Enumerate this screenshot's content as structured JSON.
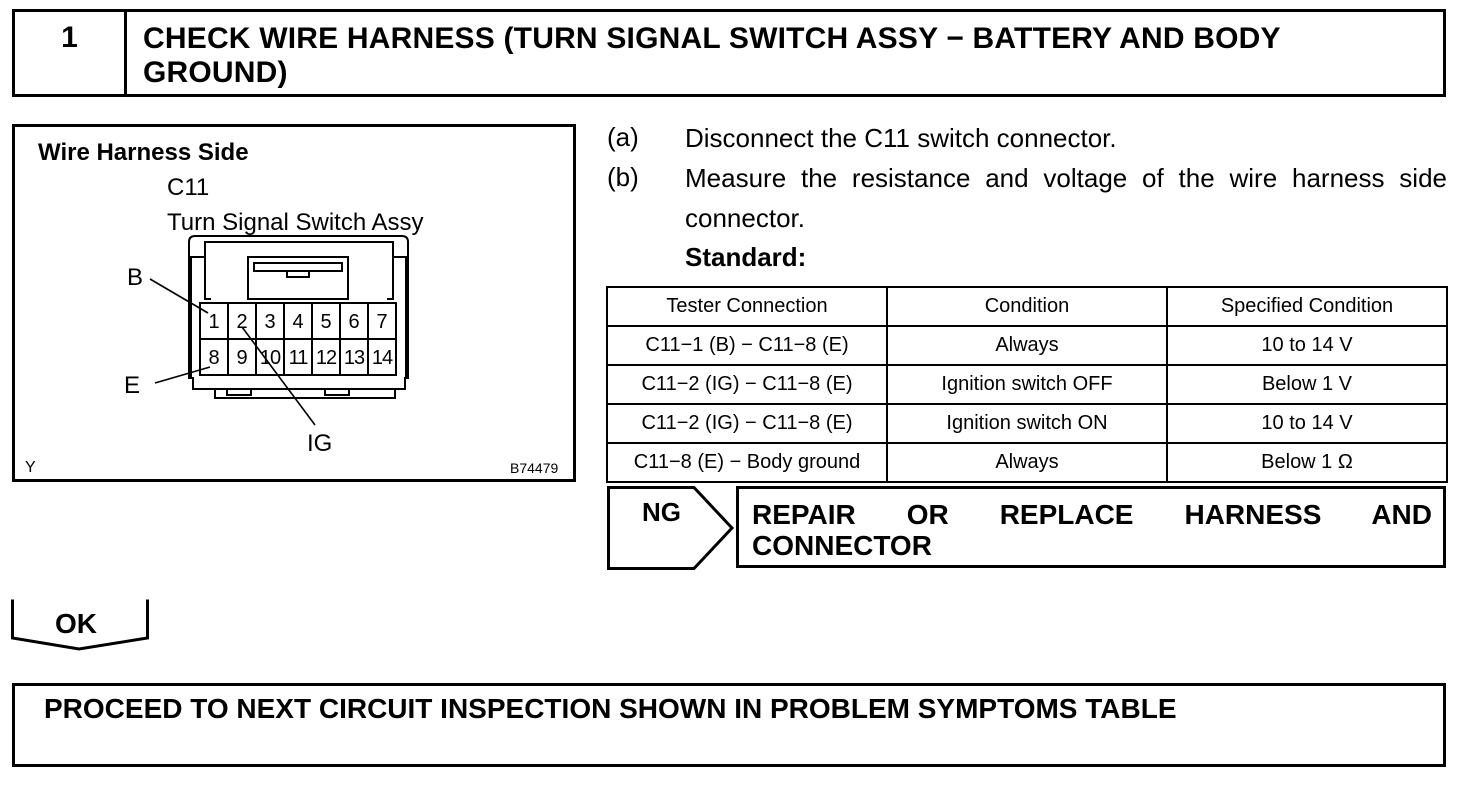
{
  "step": {
    "number": "1",
    "title": "CHECK WIRE HARNESS (TURN SIGNAL SWITCH ASSY − BATTERY AND BODY GROUND)"
  },
  "diagram": {
    "heading": "Wire Harness Side",
    "connector_code": "C11",
    "connector_name": "Turn Signal Switch Assy",
    "pins_top": [
      "1",
      "2",
      "3",
      "4",
      "5",
      "6",
      "7"
    ],
    "pins_bottom": [
      "8",
      "9",
      "10",
      "11",
      "12",
      "13",
      "14"
    ],
    "label_b": "B",
    "label_e": "E",
    "label_ig": "IG",
    "corner_left": "Y",
    "figure_id": "B74479"
  },
  "instructions": [
    {
      "label": "(a)",
      "text": "Disconnect the C11 switch connector."
    },
    {
      "label": "(b)",
      "text": "Measure the resistance and voltage of the wire harness side connector."
    }
  ],
  "standard_label": "Standard:",
  "table": {
    "headers": [
      "Tester Connection",
      "Condition",
      "Specified Condition"
    ],
    "rows": [
      [
        "C11−1 (B) − C11−8 (E)",
        "Always",
        "10 to 14 V"
      ],
      [
        "C11−2 (IG) − C11−8 (E)",
        "Ignition switch OFF",
        "Below 1 V"
      ],
      [
        "C11−2 (IG) − C11−8 (E)",
        "Ignition switch ON",
        "10 to 14 V"
      ],
      [
        "C11−8 (E) − Body ground",
        "Always",
        "Below 1 Ω"
      ]
    ]
  },
  "ng": {
    "label": "NG",
    "action": "REPAIR OR REPLACE HARNESS AND CONNECTOR"
  },
  "ok": {
    "label": "OK"
  },
  "proceed": {
    "text": "PROCEED TO NEXT CIRCUIT INSPECTION SHOWN IN PROBLEM SYMPTOMS TABLE"
  }
}
